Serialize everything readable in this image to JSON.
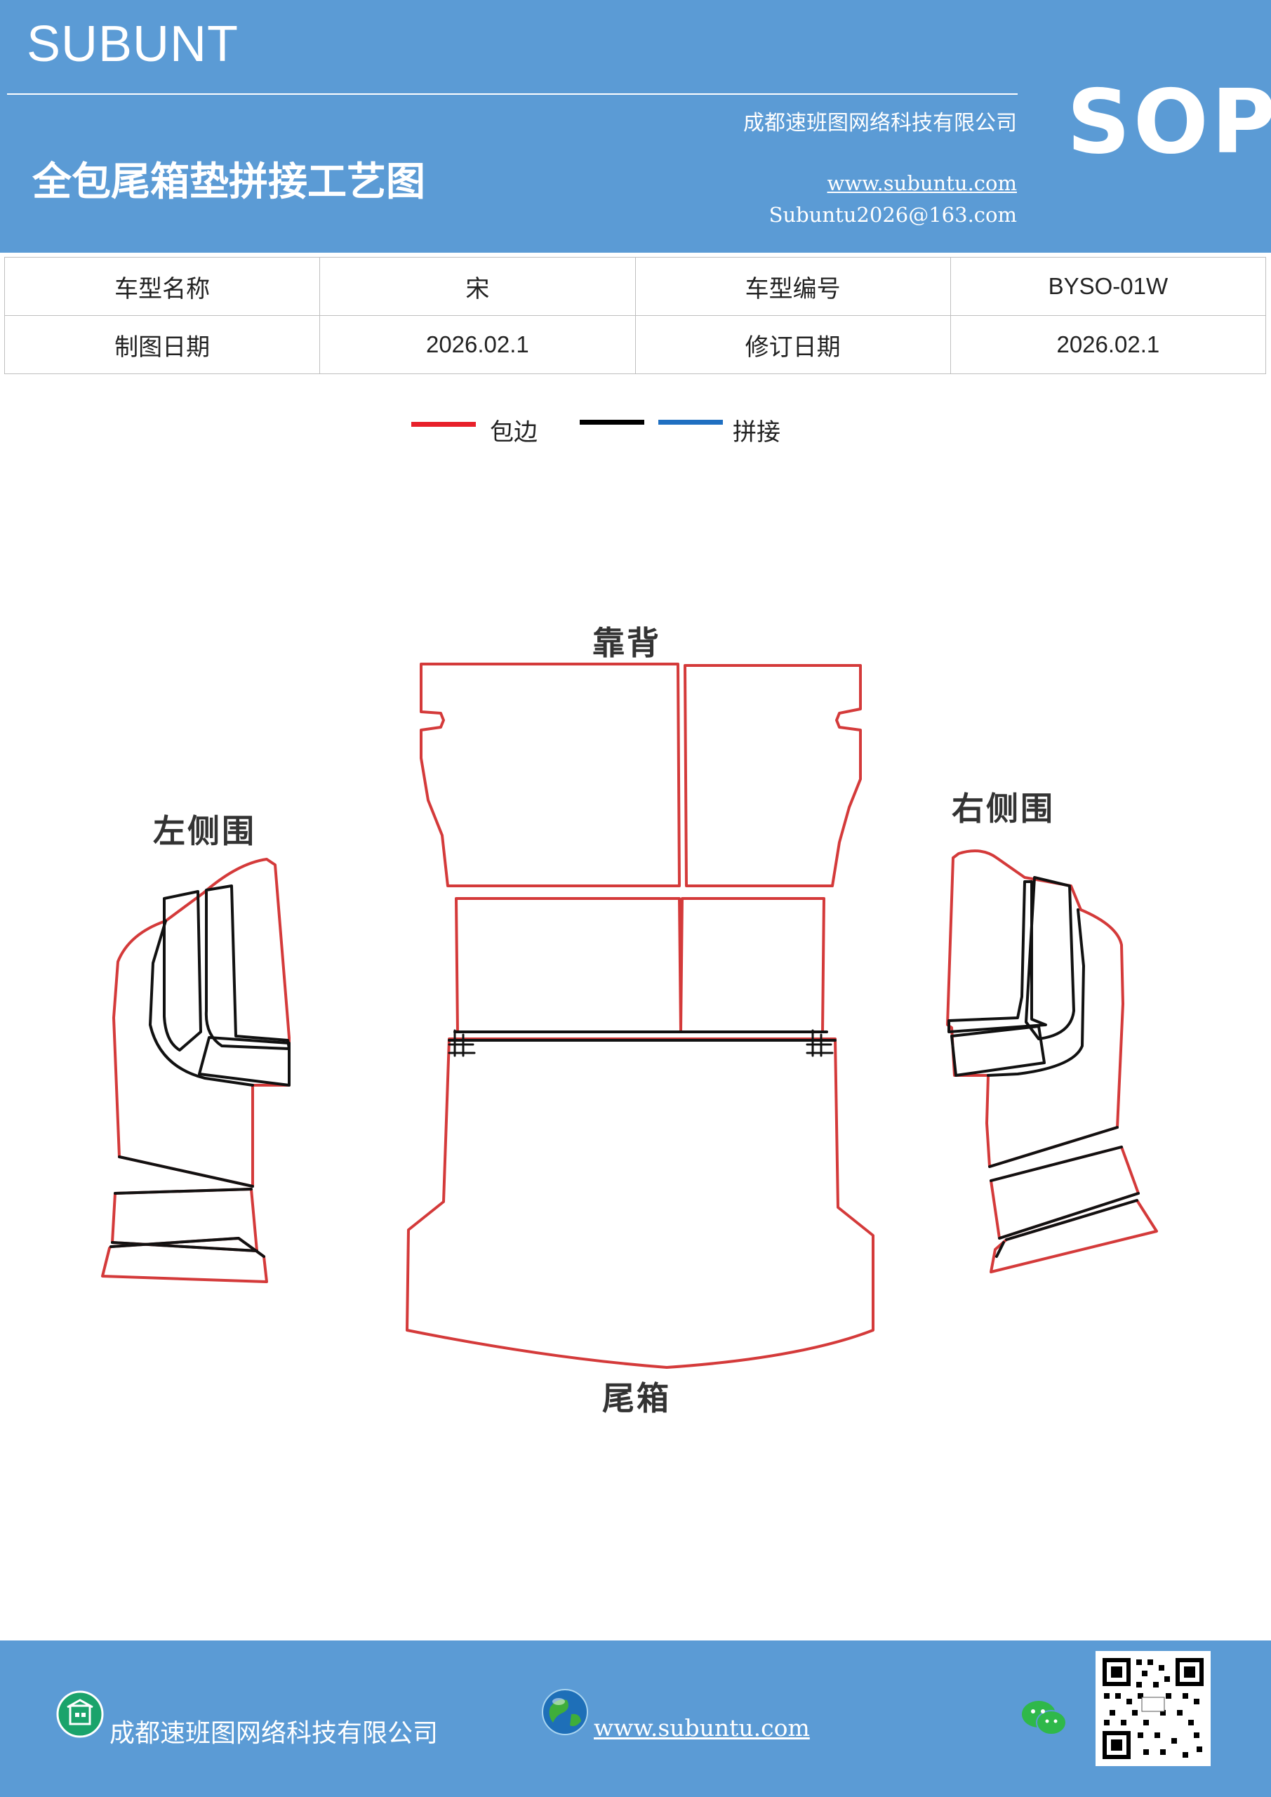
{
  "header": {
    "brand": "SUBUNT",
    "company": "成都速班图网络科技有限公司",
    "title": "全包尾箱垫拼接工艺图",
    "website": "www.subuntu.com",
    "email": "Subuntu2026@163.com",
    "doc_type": "SOP"
  },
  "info_table": {
    "rows": [
      [
        "车型名称",
        "宋",
        "车型编号",
        "BYSO-01W"
      ],
      [
        "制图日期",
        "2026.02.1",
        "修订日期",
        "2026.02.1"
      ]
    ]
  },
  "legend": {
    "items": [
      {
        "label": "包边",
        "color": "#e8202a"
      },
      {
        "label": "",
        "color": "#000000"
      },
      {
        "label": "拼接",
        "color": "#1f6fc1"
      }
    ]
  },
  "diagram": {
    "parts": {
      "backrest": "靠背",
      "left_side": "左侧围",
      "right_side": "右侧围",
      "trunk": "尾箱"
    },
    "colors": {
      "edge": "#d43a3a",
      "seam": "#111111"
    }
  },
  "footer": {
    "company": "成都速班图网络科技有限公司",
    "website": "www.subuntu.com",
    "icons": [
      "building-icon",
      "globe-icon",
      "wechat-icon",
      "qr-code"
    ]
  }
}
